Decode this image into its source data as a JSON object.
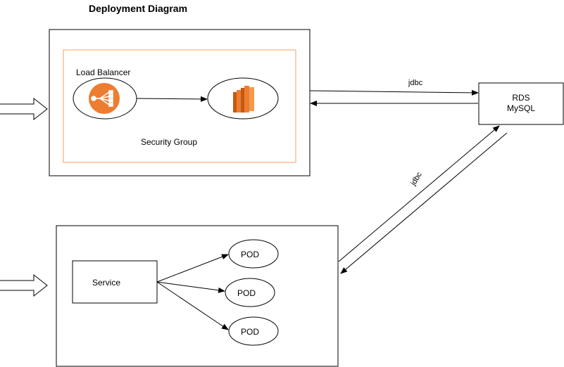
{
  "diagram": {
    "title": "Deployment Diagram",
    "top_group": {
      "load_balancer_label": "Load Balancer",
      "security_group_label": "Security Group"
    },
    "rds": {
      "line1": "RDS",
      "line2": "MySQL"
    },
    "edges": {
      "top_jdbc_label": "jdbc",
      "bottom_jdbc_label": "jdbc"
    },
    "bottom_group": {
      "service_label": "Service",
      "pods": [
        {
          "label": "POD"
        },
        {
          "label": "POD"
        },
        {
          "label": "POD"
        }
      ]
    }
  },
  "colors": {
    "accent_orange": "#ED7D31",
    "security_group_border": "#F0A064",
    "ec2_dark_orange": "#C45A0F",
    "line": "#000000",
    "background": "#FFFFFF"
  },
  "icons": {
    "load_balancer": "elastic-load-balancer-icon",
    "ec2": "ec2-instance-icon",
    "entry_arrow": "block-arrow-right-icon"
  }
}
